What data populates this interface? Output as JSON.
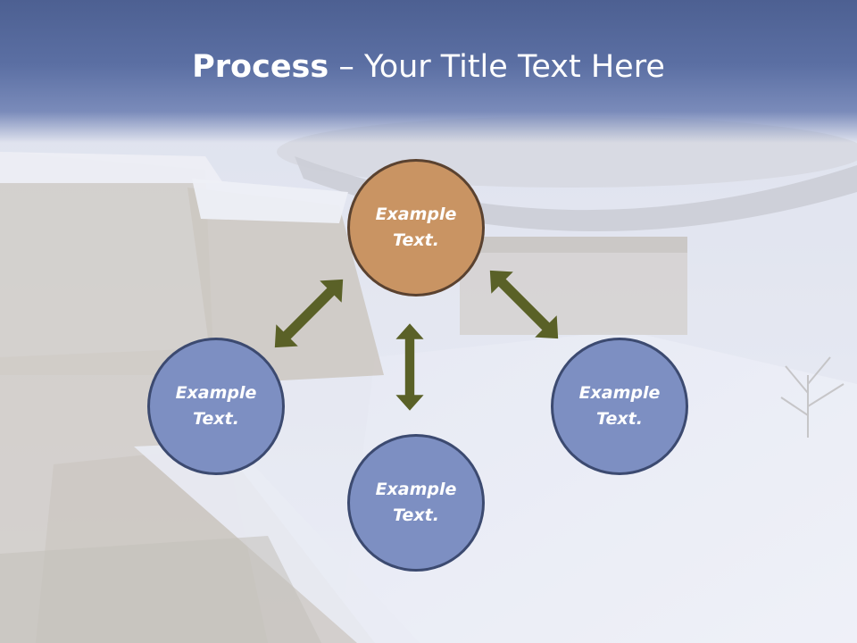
{
  "title": {
    "bold": "Process",
    "rest": " – Your Title Text Here"
  },
  "circles": {
    "top": {
      "line1": "Example",
      "line2": "Text."
    },
    "left": {
      "line1": "Example",
      "line2": "Text."
    },
    "right": {
      "line1": "Example",
      "line2": "Text."
    },
    "bottom": {
      "line1": "Example",
      "line2": "Text."
    }
  },
  "colors": {
    "title_band": "#5b6fa3",
    "circle_highlight": "#c99463",
    "circle_default": "#7d8fc2",
    "arrow": "#5a6127"
  }
}
